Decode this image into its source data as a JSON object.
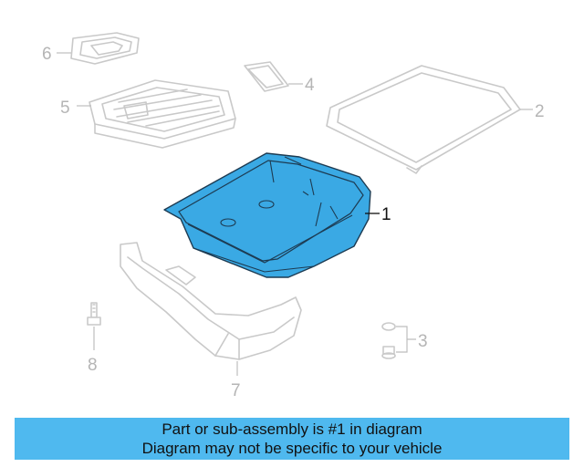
{
  "callouts": {
    "c1": "1",
    "c2": "2",
    "c3": "3",
    "c4": "4",
    "c5": "5",
    "c6": "6",
    "c7": "7",
    "c8": "8"
  },
  "highlight_color": "#3aa9e4",
  "banner": {
    "line1": "Part or sub-assembly is #1 in diagram",
    "line2": "Diagram may not be specific to your vehicle",
    "background": "#4fb9ef"
  }
}
